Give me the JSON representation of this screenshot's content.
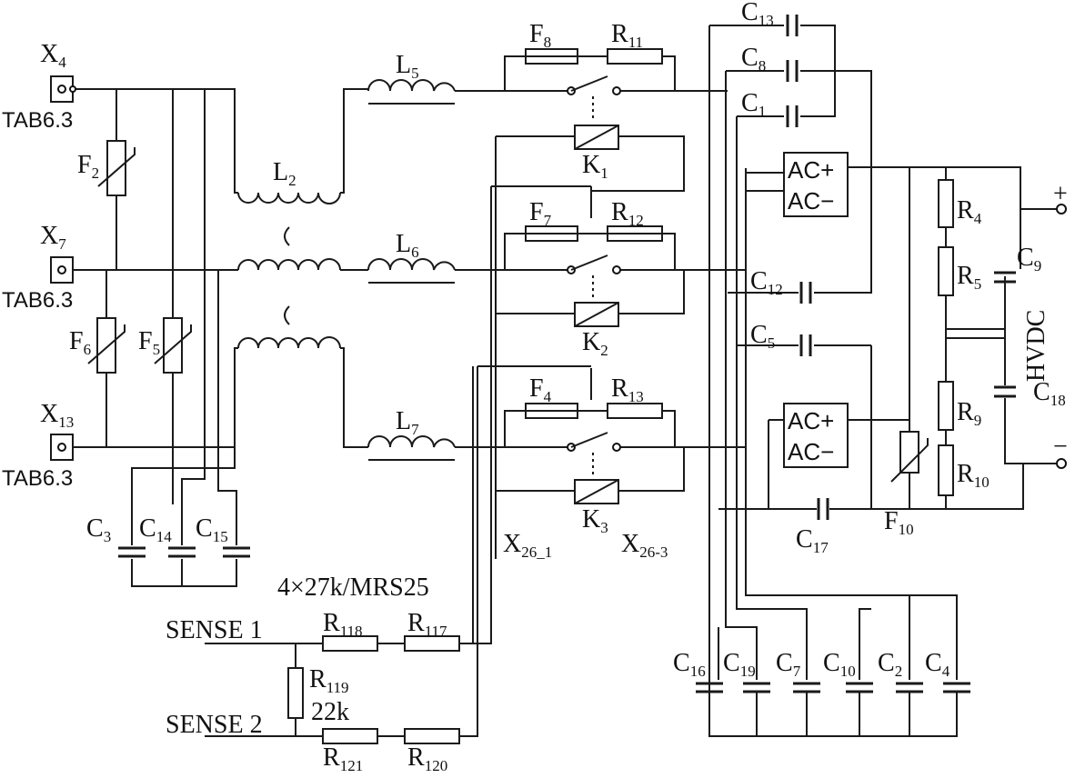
{
  "terminals": {
    "x4": {
      "letter": "X",
      "sub": "4"
    },
    "x7": {
      "letter": "X",
      "sub": "7"
    },
    "x13": {
      "letter": "X",
      "sub": "13"
    },
    "tab": "TAB6.3"
  },
  "labels": {
    "f2": {
      "letter": "F",
      "sub": "2"
    },
    "f5": {
      "letter": "F",
      "sub": "5"
    },
    "f6": {
      "letter": "F",
      "sub": "6"
    },
    "f4": {
      "letter": "F",
      "sub": "4"
    },
    "f7": {
      "letter": "F",
      "sub": "7"
    },
    "f8": {
      "letter": "F",
      "sub": "8"
    },
    "f10": {
      "letter": "F",
      "sub": "10"
    },
    "l2": {
      "letter": "L",
      "sub": "2"
    },
    "l5": {
      "letter": "L",
      "sub": "5"
    },
    "l6": {
      "letter": "L",
      "sub": "6"
    },
    "l7": {
      "letter": "L",
      "sub": "7"
    },
    "r11": {
      "letter": "R",
      "sub": "11"
    },
    "r12": {
      "letter": "R",
      "sub": "12"
    },
    "r13": {
      "letter": "R",
      "sub": "13"
    },
    "r4": {
      "letter": "R",
      "sub": "4"
    },
    "r5": {
      "letter": "R",
      "sub": "5"
    },
    "r9": {
      "letter": "R",
      "sub": "9"
    },
    "r10": {
      "letter": "R",
      "sub": "10"
    },
    "r117": {
      "letter": "R",
      "sub": "117"
    },
    "r118": {
      "letter": "R",
      "sub": "118"
    },
    "r119": {
      "letter": "R",
      "sub": "119"
    },
    "r120": {
      "letter": "R",
      "sub": "120"
    },
    "r121": {
      "letter": "R",
      "sub": "121"
    },
    "k1": {
      "letter": "K",
      "sub": "1"
    },
    "k2": {
      "letter": "K",
      "sub": "2"
    },
    "k3": {
      "letter": "K",
      "sub": "3"
    },
    "c1": {
      "letter": "C",
      "sub": "1"
    },
    "c2": {
      "letter": "C",
      "sub": "2"
    },
    "c3": {
      "letter": "C",
      "sub": "3"
    },
    "c4": {
      "letter": "C",
      "sub": "4"
    },
    "c5": {
      "letter": "C",
      "sub": "5"
    },
    "c7": {
      "letter": "C",
      "sub": "7"
    },
    "c8": {
      "letter": "C",
      "sub": "8"
    },
    "c9": {
      "letter": "C",
      "sub": "9"
    },
    "c10": {
      "letter": "C",
      "sub": "10"
    },
    "c12": {
      "letter": "C",
      "sub": "12"
    },
    "c13": {
      "letter": "C",
      "sub": "13"
    },
    "c14": {
      "letter": "C",
      "sub": "14"
    },
    "c15": {
      "letter": "C",
      "sub": "15"
    },
    "c16": {
      "letter": "C",
      "sub": "16"
    },
    "c17": {
      "letter": "C",
      "sub": "17"
    },
    "c18": {
      "letter": "C",
      "sub": "18"
    },
    "c19": {
      "letter": "C",
      "sub": "19"
    },
    "x26_1": {
      "letter": "X",
      "sub": "26_1"
    },
    "x26_3": {
      "letter": "X",
      "sub": "26-3"
    }
  },
  "bridge": {
    "ac_plus": "AC+",
    "ac_minus": "AC−"
  },
  "text": {
    "resistor_spec": "4×27k/MRS25",
    "sense1": "SENSE 1",
    "sense2": "SENSE 2",
    "r119_value": "22k",
    "hvdc": "HVDC",
    "plus": "+",
    "minus": "−"
  }
}
